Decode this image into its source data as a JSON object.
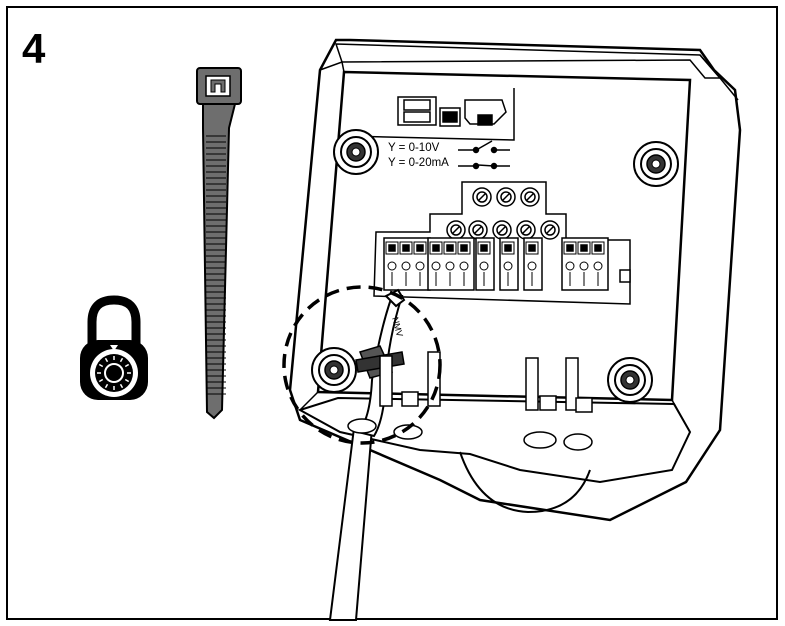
{
  "step_number": "4",
  "switch_labels": {
    "voltage": "Y = 0-10V",
    "current": "Y = 0-20mA"
  },
  "cable_marking": "NMV",
  "icons": [
    "cable-tie-icon",
    "combination-padlock-icon"
  ]
}
